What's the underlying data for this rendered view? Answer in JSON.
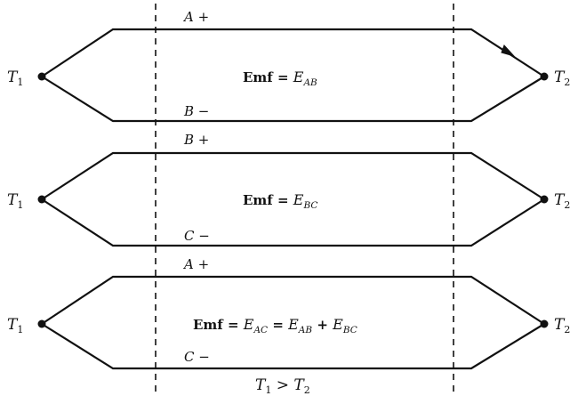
{
  "colors": {
    "ink": "#111111",
    "background": "#ffffff"
  },
  "dashed_lines": 2,
  "circuits": [
    {
      "top_label": {
        "wire": "A",
        "sign": "+"
      },
      "bottom_label": {
        "wire": "B",
        "sign": "−"
      },
      "left_junction": {
        "symbol": "T",
        "sub": "1"
      },
      "right_junction": {
        "symbol": "T",
        "sub": "2"
      },
      "emf": {
        "word": "Emf",
        "terms": [
          {
            "eq": "=",
            "sym": "E",
            "sub": "AB"
          }
        ]
      },
      "current_arrow": true
    },
    {
      "top_label": {
        "wire": "B",
        "sign": "+"
      },
      "bottom_label": {
        "wire": "C",
        "sign": "−"
      },
      "left_junction": {
        "symbol": "T",
        "sub": "1"
      },
      "right_junction": {
        "symbol": "T",
        "sub": "2"
      },
      "emf": {
        "word": "Emf",
        "terms": [
          {
            "eq": "=",
            "sym": "E",
            "sub": "BC"
          }
        ]
      },
      "current_arrow": false
    },
    {
      "top_label": {
        "wire": "A",
        "sign": "+"
      },
      "bottom_label": {
        "wire": "C",
        "sign": "−"
      },
      "left_junction": {
        "symbol": "T",
        "sub": "1"
      },
      "right_junction": {
        "symbol": "T",
        "sub": "2"
      },
      "emf": {
        "word": "Emf",
        "terms": [
          {
            "eq": "=",
            "sym": "E",
            "sub": "AC"
          },
          {
            "eq": "=",
            "sym": "E",
            "sub": "AB"
          },
          {
            "eq": "+",
            "sym": "E",
            "sub": "BC"
          }
        ]
      },
      "current_arrow": false
    }
  ],
  "condition": {
    "lhs_symbol": "T",
    "lhs_sub": "1",
    "relation": ">",
    "rhs_symbol": "T",
    "rhs_sub": "2"
  }
}
